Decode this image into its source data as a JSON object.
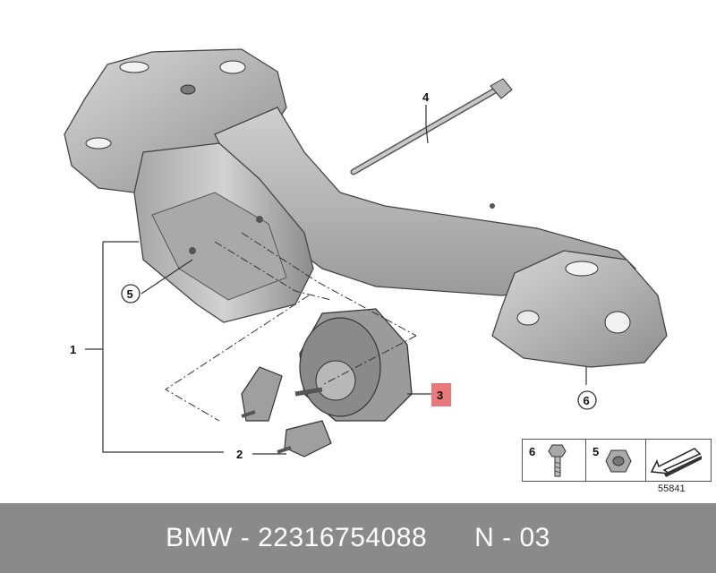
{
  "callouts": {
    "c1": "1",
    "c2": "2",
    "c3": "3",
    "c4": "4",
    "c5": "5",
    "c6": "6"
  },
  "legend": {
    "bolt_label": "6",
    "nut_label": "5"
  },
  "ref_number": "55841",
  "footer": {
    "brand": "BMW",
    "separator": " - ",
    "part_number": "22316754088",
    "gap": "      ",
    "position": "N - 03"
  },
  "colors": {
    "highlight": "#e8797a",
    "footer_bg": "#8a8a8a",
    "metal": "#b9b9b9"
  }
}
